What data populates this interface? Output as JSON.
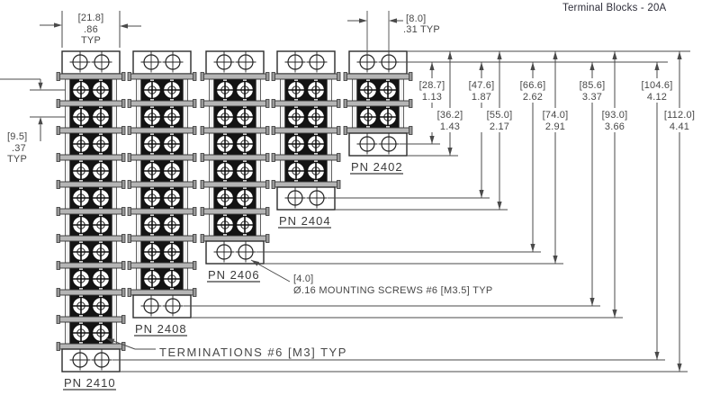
{
  "title": "Terminal Blocks - 20A",
  "blocks": [
    {
      "pn": "PN 2410",
      "positions": 10
    },
    {
      "pn": "PN 2408",
      "positions": 8
    },
    {
      "pn": "PN 2406",
      "positions": 6
    },
    {
      "pn": "PN 2404",
      "positions": 4
    },
    {
      "pn": "PN 2402",
      "positions": 2
    }
  ],
  "dimensions": {
    "block_width": {
      "metric": "[21.8]",
      "inch": ".86",
      "suffix": "TYP"
    },
    "hole_spacing": {
      "metric": "[8.0]",
      "inch": ".31",
      "suffix": "TYP"
    },
    "row_pitch": {
      "metric": "[9.5]",
      "inch": ".37",
      "suffix": "TYP"
    },
    "vertical": [
      {
        "metric": "[28.7]",
        "inch": "1.13"
      },
      {
        "metric": "[36.2]",
        "inch": "1.43"
      },
      {
        "metric": "[47.6]",
        "inch": "1.87"
      },
      {
        "metric": "[55.0]",
        "inch": "2.17"
      },
      {
        "metric": "[66.6]",
        "inch": "2.62"
      },
      {
        "metric": "[74.0]",
        "inch": "2.91"
      },
      {
        "metric": "[85.6]",
        "inch": "3.37"
      },
      {
        "metric": "[93.0]",
        "inch": "3.66"
      },
      {
        "metric": "[104.6]",
        "inch": "4.12"
      },
      {
        "metric": "[112.0]",
        "inch": "4.41"
      }
    ]
  },
  "notes": {
    "mounting_dim": "[4.0]",
    "mounting": "Ø.16 MOUNTING SCREWS #6 [M3.5] TYP",
    "terminations": "TERMINATIONS #6 [M3] TYP"
  },
  "colors": {
    "line": "#4a4a4a",
    "outline": "#2b2b2b",
    "text": "#474747",
    "rail": "#b5b5b5",
    "rail_cap": "#9a9a9a",
    "body_dark": "#141414"
  }
}
